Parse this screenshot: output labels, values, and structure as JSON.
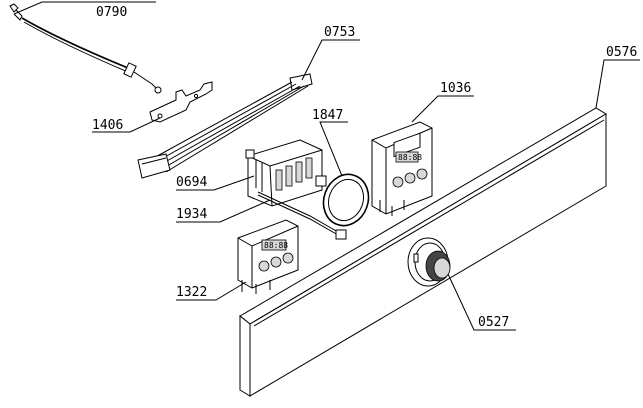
{
  "labels": {
    "p0790": "0790",
    "p0753": "0753",
    "p1406": "1406",
    "p1847": "1847",
    "p1036": "1036",
    "p0576": "0576",
    "p0694": "0694",
    "p1934": "1934",
    "p1322": "1322",
    "p0527": "0527"
  }
}
